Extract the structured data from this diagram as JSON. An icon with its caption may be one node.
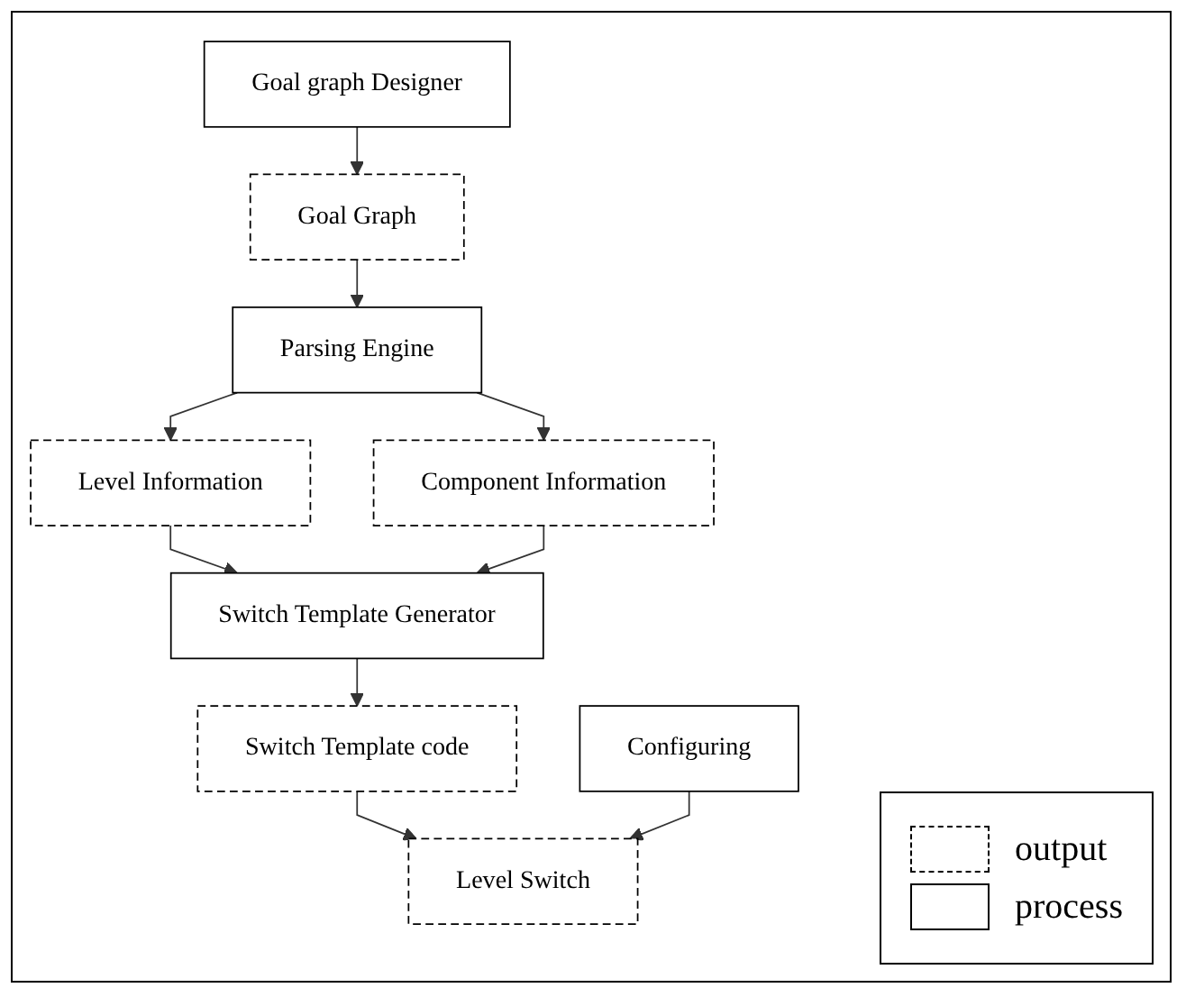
{
  "diagram": {
    "nodes": [
      {
        "text": [
          "Goal graph Designer"
        ]
      },
      {
        "text": [
          "Goal Graph"
        ]
      },
      {
        "text": [
          "Parsing Engine"
        ]
      },
      {
        "text": [
          "Level Information"
        ]
      },
      {
        "text": [
          "Component Information"
        ]
      },
      {
        "text": [
          "Switch Template Generator"
        ]
      },
      {
        "text": [
          "Switch Template code"
        ]
      },
      {
        "text": [
          "Configuring"
        ]
      },
      {
        "text": [
          "Level Switch"
        ]
      }
    ],
    "edges": [
      {
        "from": 0,
        "to": 1,
        "arrow": "to"
      },
      {
        "from": 1,
        "to": 2,
        "arrow": "to"
      },
      {
        "from": 2,
        "to": 3,
        "arrow": "to"
      },
      {
        "from": 2,
        "to": 4,
        "arrow": "to"
      },
      {
        "from": 3,
        "to": 5,
        "arrow": "to"
      },
      {
        "from": 4,
        "to": 5,
        "arrow": "to"
      },
      {
        "from": 5,
        "to": 6,
        "arrow": "to"
      },
      {
        "from": 6,
        "to": 8,
        "arrow": "to"
      },
      {
        "from": 7,
        "to": 8,
        "arrow": "to"
      }
    ],
    "legend": [
      {
        "text": "output"
      },
      {
        "text": "process"
      }
    ]
  }
}
